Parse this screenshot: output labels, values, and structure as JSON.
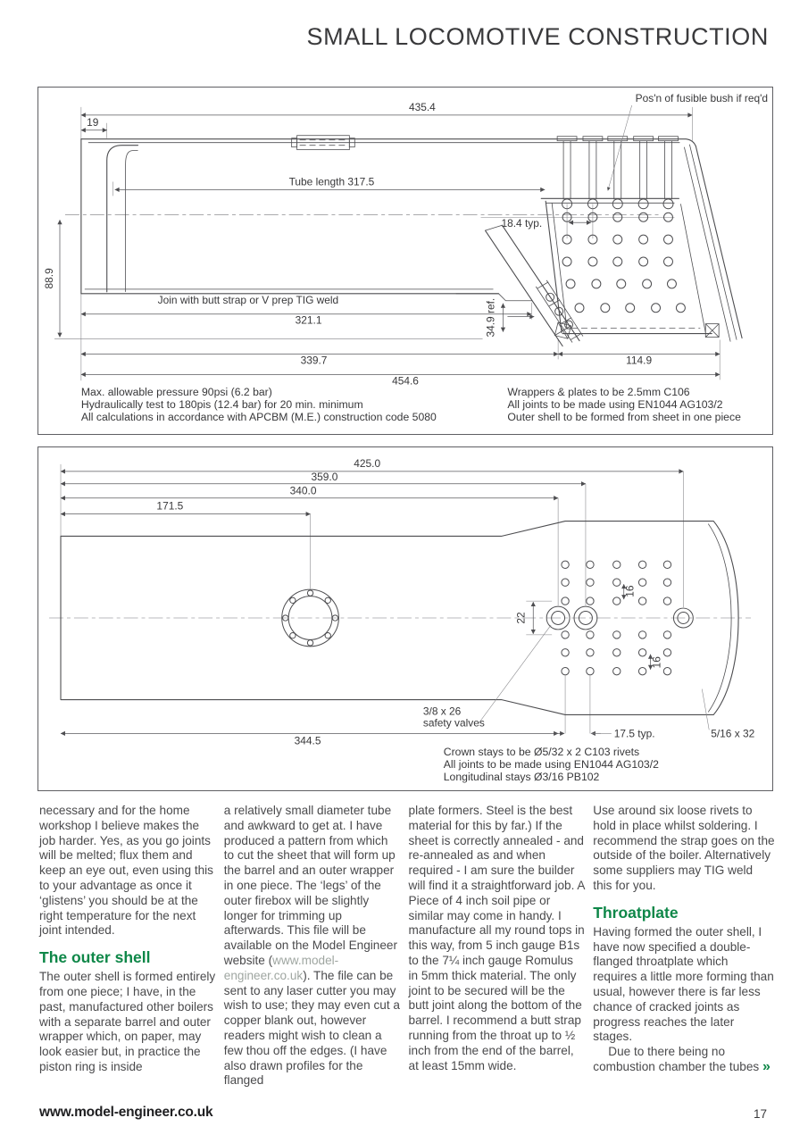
{
  "header": {
    "title": "SMALL LOCOMOTIVE CONSTRUCTION"
  },
  "side_view": {
    "dims": {
      "d4354": "435.4",
      "d19": "19",
      "tube": "Tube length 317.5",
      "d184": "18.4 typ.",
      "d889": "88.9",
      "d3211": "321.1",
      "d349": "34.9 ref.",
      "d3397": "339.7",
      "d1149": "114.9",
      "d4546": "454.6"
    },
    "labels": {
      "fusible": "Pos'n of fusible bush if req'd",
      "join": "Join with butt strap or V prep TIG weld"
    },
    "notes_left": [
      "Max. allowable pressure 90psi (6.2 bar)",
      "Hydraulically test to 180pis (12.4 bar) for 20 min. minimum",
      "All calculations in accordance with APCBM (M.E.) construction code 5080"
    ],
    "notes_right": [
      "Wrappers & plates to be 2.5mm C106",
      "All joints to be made using EN1044 AG103/2",
      "Outer shell to be formed from sheet in one piece"
    ]
  },
  "plan_view": {
    "dims": {
      "d4250": "425.0",
      "d3590": "359.0",
      "d3400": "340.0",
      "d1715": "171.5",
      "d22": "22",
      "d16a": "16",
      "d16b": "16",
      "d3445": "344.5",
      "d175": "17.5 typ."
    },
    "labels": {
      "sv1": "3/8 x 26",
      "sv2": "safety valves",
      "s516": "5/16 x 32"
    },
    "notes": [
      "Crown stays to be Ø5/32 x 2 C103 rivets",
      "All joints to be made using EN1044 AG103/2",
      "Longitudinal stays Ø3/16 PB102"
    ]
  },
  "article": {
    "col1": {
      "p1": "necessary and for the home workshop I believe makes the job harder. Yes, as you go joints will be melted; flux them and keep an eye out, even using this to your advantage as once it ‘glistens’ you should be at the right temperature for the next joint intended.",
      "heading": "The outer shell",
      "p2": "The outer shell is formed entirely from one piece; I have, in the past, manufactured other boilers with a separate barrel and outer wrapper which, on paper, may look easier but, in practice the piston ring is inside"
    },
    "col2": {
      "p1a": "a relatively small diameter tube and awkward to get at. I have produced a pattern from which to cut the sheet that will form up the barrel and an outer wrapper in one piece. The ‘legs’ of the outer firebox will be slightly longer for trimming up afterwards. This file will be available on the Model Engineer website (",
      "link": "www.model-engineer.co.uk",
      "p1b": "). The file can be sent to any laser cutter you may wish to use; they may even cut a copper blank out, however readers might wish to clean a few thou off the edges. (I have also drawn profiles for the flanged"
    },
    "col3": {
      "p1": "plate formers. Steel is the best material for this by far.) If the sheet is correctly annealed - and re-annealed as and when required - I am sure the builder will find it a straightforward job. A Piece of 4 inch soil pipe or similar may come in handy. I manufacture all my round tops in this way, from 5 inch gauge B1s to the 7¼ inch gauge Romulus in 5mm thick material. The only joint to be secured will be the butt joint along the bottom of the barrel. I recommend a butt strap running from the throat up to ½ inch from the end of the barrel, at least 15mm wide."
    },
    "col4": {
      "p1": "Use around six loose rivets to hold in place whilst soldering. I recommend the strap goes on the outside of the boiler. Alternatively some suppliers may TIG weld this for you.",
      "heading": "Throatplate",
      "p2": "Having formed the outer shell, I have now specified a double-flanged throatplate which requires a little more forming than usual, however there is far less chance of cracked joints as progress reaches the later stages.",
      "p3": "Due to there being no combustion chamber the tubes",
      "more": "»"
    }
  },
  "footer": {
    "website": "www.model-engineer.co.uk",
    "page": "17"
  }
}
